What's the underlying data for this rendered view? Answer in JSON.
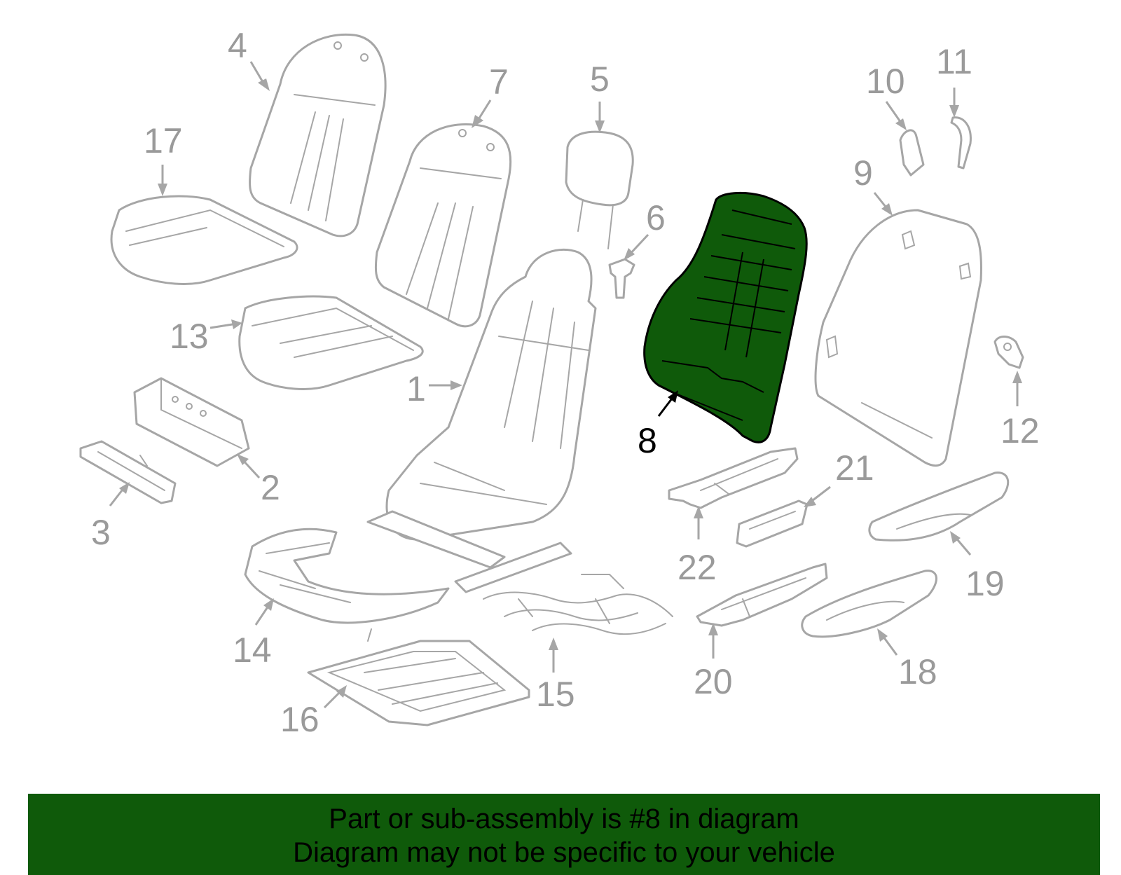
{
  "callouts": {
    "c1": "1",
    "c2": "2",
    "c3": "3",
    "c4": "4",
    "c5": "5",
    "c6": "6",
    "c7": "7",
    "c8": "8",
    "c9": "9",
    "c10": "10",
    "c11": "11",
    "c12": "12",
    "c13": "13",
    "c14": "14",
    "c15": "15",
    "c16": "16",
    "c17": "17",
    "c18": "18",
    "c19": "19",
    "c20": "20",
    "c21": "21",
    "c22": "22"
  },
  "highlighted_part": "8",
  "colors": {
    "highlight": "#0f5a0a",
    "parts": "#a6a6a6",
    "labels": "#9a9a9a"
  },
  "footer": {
    "line1": "Part or sub-assembly is #8 in diagram",
    "line2": "Diagram may not be specific to your vehicle"
  }
}
